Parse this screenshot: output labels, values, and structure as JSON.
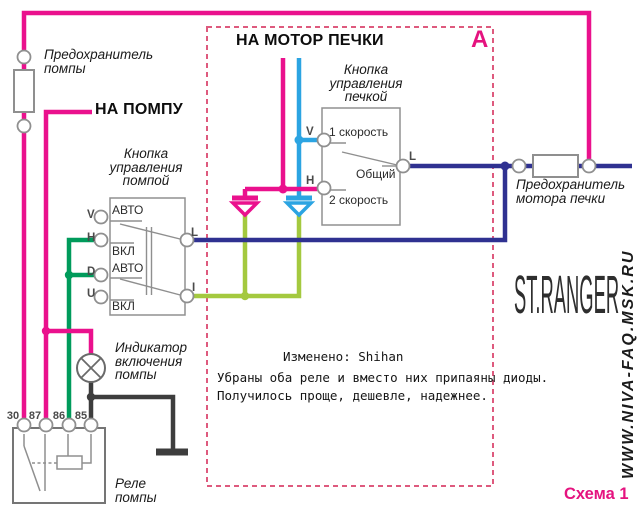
{
  "colors": {
    "pink": "#EA118D",
    "blue": "#2BA4E2",
    "navy": "#2F3191",
    "yellow_green": "#A4C93F",
    "teal": "#009B5B",
    "wire_black": "#3D3D3D",
    "dashed_border": "#DE5A7E",
    "accent": "#E5137F"
  },
  "title_labels": {
    "to_pump": "НА ПОМПУ",
    "to_heater_motor": "НА МОТОР ПЕЧКИ",
    "region_a": "A",
    "scheme": "Схема 1",
    "logo": "ST.RANGER",
    "website": "WWW.NIVA-FAQ.MSK.RU"
  },
  "component_labels": {
    "pump_fuse": {
      "line1": "Предохранитель",
      "line2": "помпы"
    },
    "heater_fuse": {
      "line1": "Предохранитель",
      "line2": "мотора печки"
    },
    "pump_button": {
      "line1": "Кнопка",
      "line2": "управления",
      "line3": "помпой"
    },
    "heater_button": {
      "line1": "Кнопка",
      "line2": "управления",
      "line3": "печкой"
    },
    "indicator": {
      "line1": "Индикатор",
      "line2": "включения",
      "line3": "помпы"
    },
    "relay": {
      "line1": "Реле",
      "line2": "помпы"
    }
  },
  "pump_button": {
    "terminals": {
      "v": "V",
      "h": "H",
      "d": "D",
      "u": "U",
      "l": "L",
      "i": "I"
    },
    "positions": {
      "p1": "АВТО",
      "p2": "ВКЛ",
      "p3": "АВТО",
      "p4": "ВКЛ"
    }
  },
  "heater_button": {
    "terminals": {
      "v": "V",
      "h": "H",
      "l": "L"
    },
    "positions": {
      "speed1": "1 скорость",
      "common": "Общий",
      "speed2": "2 скорость"
    }
  },
  "relay": {
    "pins": [
      "30",
      "87",
      "86",
      "85"
    ]
  },
  "note": {
    "line1": "Изменено: Shihan",
    "line2": "Убраны оба реле и вместо них припаяны диоды.",
    "line3": "Получилось проще, дешевле, надежнее."
  }
}
